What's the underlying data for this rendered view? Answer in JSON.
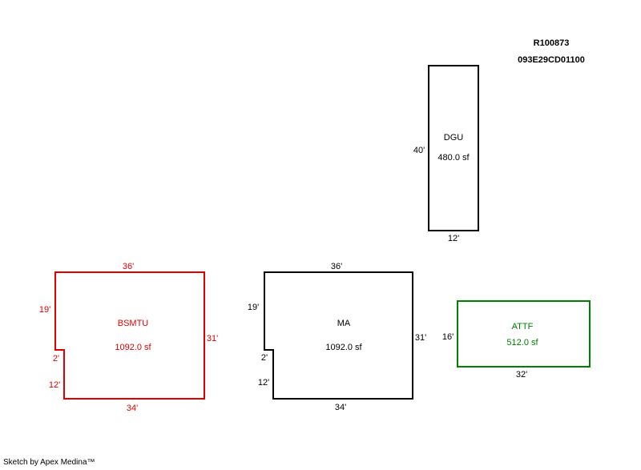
{
  "header": {
    "parcel_id": "R100873",
    "map_tax_lot": "093E29CD01100"
  },
  "colors": {
    "black": "#000000",
    "red": "#e00000",
    "green": "#008000"
  },
  "areas": {
    "dgu": {
      "label": "DGU",
      "area": "480.0 sf",
      "side_left": "40'",
      "side_bottom": "12'"
    },
    "bsmtu": {
      "label": "BSMTU",
      "area": "1092.0 sf",
      "side_top": "36'",
      "side_left_upper": "19'",
      "side_jog": "2'",
      "side_left_lower": "12'",
      "side_right": "31'",
      "side_bottom": "34'"
    },
    "ma": {
      "label": "MA",
      "area": "1092.0 sf",
      "side_top": "36'",
      "side_left_upper": "19'",
      "side_jog": "2'",
      "side_left_lower": "12'",
      "side_right": "31'",
      "side_bottom": "34'"
    },
    "attf": {
      "label": "ATTF",
      "area": "512.0 sf",
      "side_left": "16'",
      "side_bottom": "32'"
    }
  },
  "footer": {
    "credit": "Sketch by Apex Medina™"
  }
}
